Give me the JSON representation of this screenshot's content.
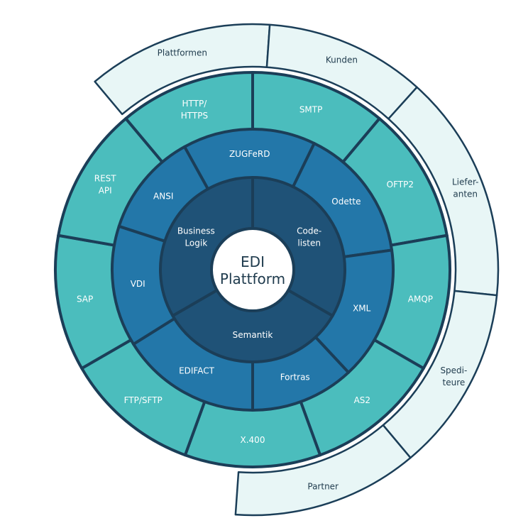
{
  "center": {
    "lines": [
      "EDI",
      "Plattform"
    ]
  },
  "colors": {
    "outer": "#e8f6f6",
    "transport": "#4bbdbd",
    "formats": "#2377a9",
    "core": "#1f5277",
    "center": "#ffffff",
    "stroke": "#1b3e58",
    "outer_text": "#1f3b4d",
    "inner_text": "#ffffff"
  },
  "rings": {
    "core": [
      {
        "id": "business-logik",
        "lines": [
          "Business",
          "Logik"
        ]
      },
      {
        "id": "code-listen",
        "lines": [
          "Code-",
          "listen"
        ]
      },
      {
        "id": "semantik",
        "lines": [
          "Semantik"
        ]
      }
    ],
    "formats": [
      {
        "id": "zugferd",
        "lines": [
          "ZUGFeRD"
        ]
      },
      {
        "id": "odette",
        "lines": [
          "Odette"
        ]
      },
      {
        "id": "xml",
        "lines": [
          "XML"
        ]
      },
      {
        "id": "fortras",
        "lines": [
          "Fortras"
        ]
      },
      {
        "id": "edifact",
        "lines": [
          "EDIFACT"
        ]
      },
      {
        "id": "vdi",
        "lines": [
          "VDI"
        ]
      },
      {
        "id": "ansi",
        "lines": [
          "ANSI"
        ]
      }
    ],
    "transport": [
      {
        "id": "smtp",
        "lines": [
          "SMTP"
        ]
      },
      {
        "id": "oftp2",
        "lines": [
          "OFTP2"
        ]
      },
      {
        "id": "amqp",
        "lines": [
          "AMQP"
        ]
      },
      {
        "id": "as2",
        "lines": [
          "AS2"
        ]
      },
      {
        "id": "x400",
        "lines": [
          "X.400"
        ]
      },
      {
        "id": "ftp-sftp",
        "lines": [
          "FTP/SFTP"
        ]
      },
      {
        "id": "sap",
        "lines": [
          "SAP"
        ]
      },
      {
        "id": "rest-api",
        "lines": [
          "REST",
          "API"
        ]
      },
      {
        "id": "http-https",
        "lines": [
          "HTTP/",
          "HTTPS"
        ]
      }
    ],
    "outer": [
      {
        "id": "plattformen",
        "lines": [
          "Plattformen"
        ]
      },
      {
        "id": "kunden",
        "lines": [
          "Kunden"
        ]
      },
      {
        "id": "lieferanten",
        "lines": [
          "Liefer-",
          "anten"
        ]
      },
      {
        "id": "spediteure",
        "lines": [
          "Spedi-",
          "teure"
        ]
      },
      {
        "id": "partner",
        "lines": [
          "Partner"
        ]
      }
    ]
  }
}
